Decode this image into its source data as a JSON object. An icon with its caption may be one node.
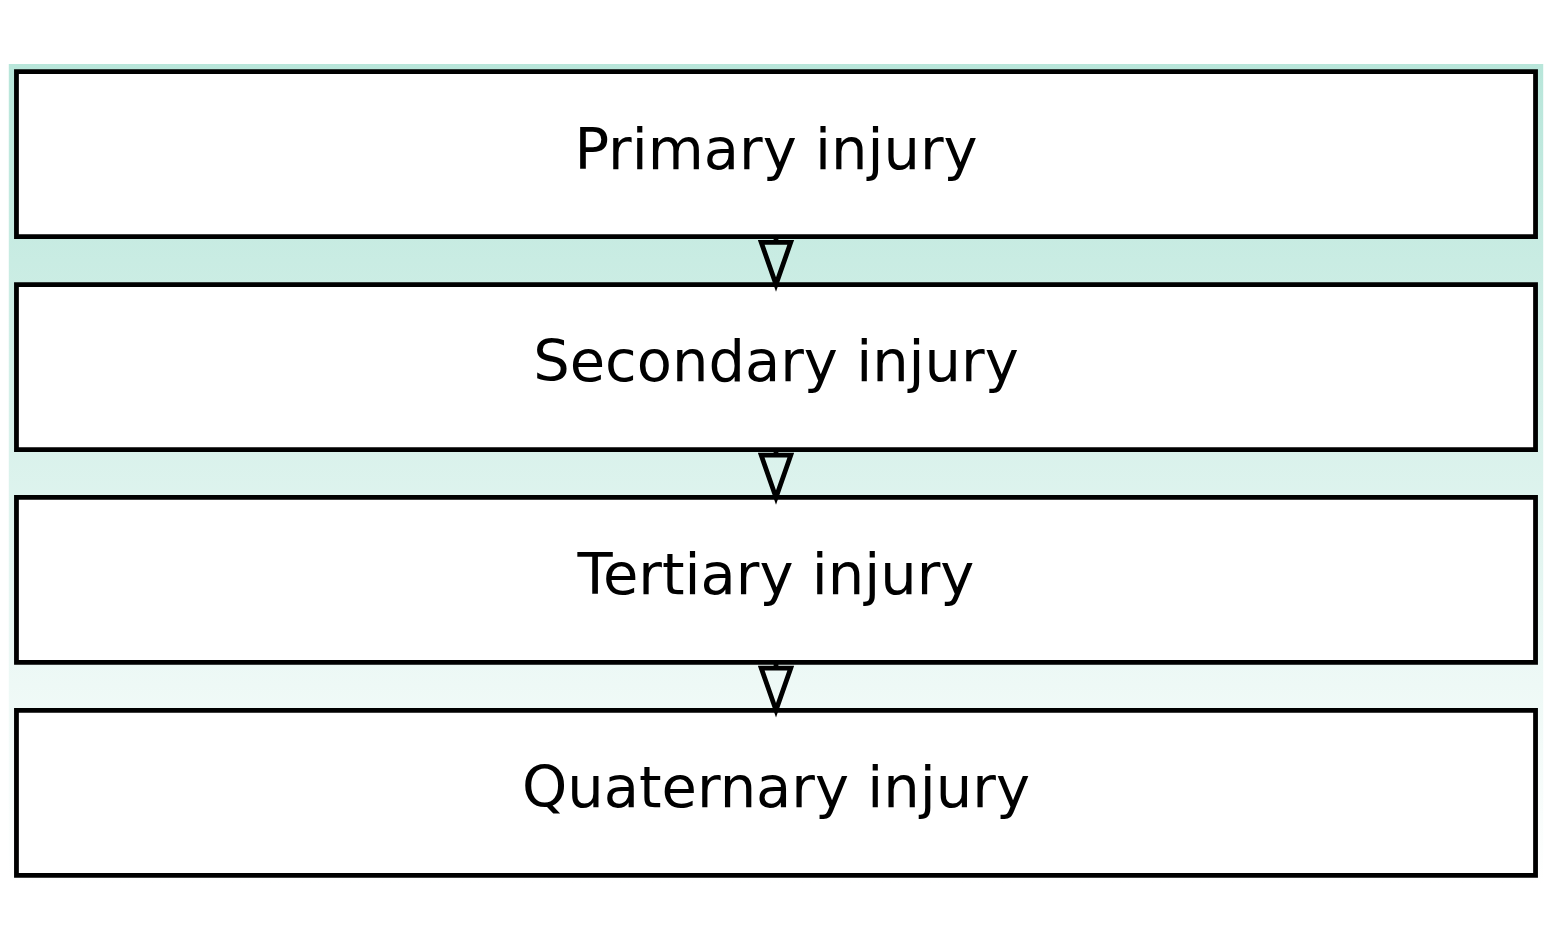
{
  "diagram": {
    "nodes": [
      {
        "text": [
          "Primary injury"
        ]
      },
      {
        "text": [
          "Secondary injury"
        ]
      },
      {
        "text": [
          "Tertiary injury"
        ]
      },
      {
        "text": [
          "Quaternary injury"
        ]
      }
    ],
    "edges": [
      {
        "from": 0,
        "to": 1,
        "arrow": "to"
      },
      {
        "from": 1,
        "to": 2,
        "arrow": "to"
      },
      {
        "from": 2,
        "to": 3,
        "arrow": "to"
      }
    ]
  }
}
